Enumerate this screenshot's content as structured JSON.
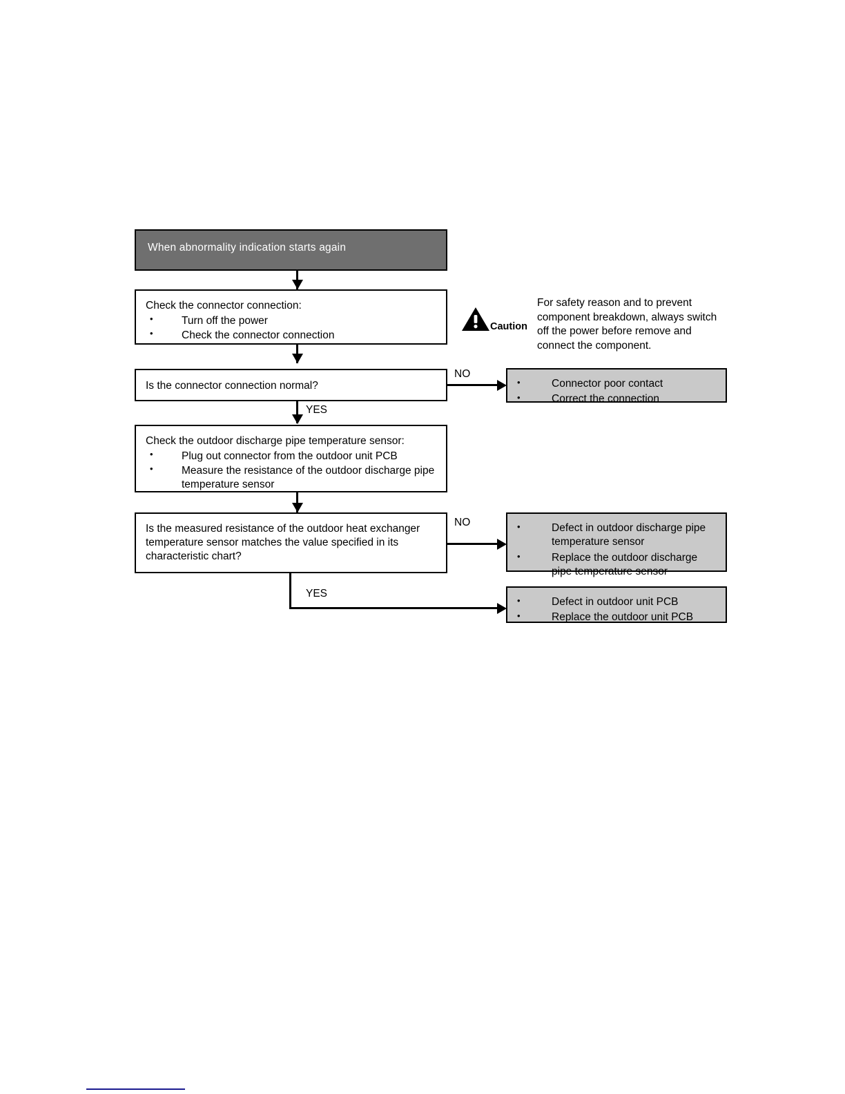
{
  "flowchart": {
    "header": {
      "label": "When abnormality indication starts again"
    },
    "steps": [
      {
        "title": "Check the connector connection:",
        "bullets": [
          "Turn off the power",
          "Check the connector connection"
        ]
      },
      {
        "title": "Check the outdoor discharge pipe temperature sensor:",
        "bullets": [
          "Plug out connector from the outdoor unit PCB",
          "Measure the resistance of the outdoor discharge pipe temperature sensor"
        ]
      }
    ],
    "decisions": [
      {
        "question": "Is the connector connection normal?",
        "no_label": "NO",
        "yes_label": "YES"
      },
      {
        "question": "Is the measured resistance of the outdoor heat exchanger temperature sensor matches the value specified in its characteristic chart?",
        "no_label": "NO",
        "yes_label": "YES"
      }
    ],
    "outcomes": [
      {
        "items": [
          "Connector poor contact",
          "Correct the connection"
        ]
      },
      {
        "items": [
          "Defect in outdoor discharge pipe temperature sensor",
          "Replace the outdoor discharge pipe temperature sensor"
        ]
      },
      {
        "items": [
          "Defect in outdoor unit PCB",
          "Replace the outdoor unit PCB"
        ]
      }
    ]
  },
  "caution": {
    "icon": "warning-triangle-icon",
    "word": "Caution",
    "text": "For safety reason and to prevent component breakdown, always switch off the power before remove and connect the component."
  },
  "colors": {
    "header_fill": "#6f6f6f",
    "outcome_fill": "#c9c9c9",
    "border": "#000000",
    "footer_rule": "#1b1b8f"
  }
}
